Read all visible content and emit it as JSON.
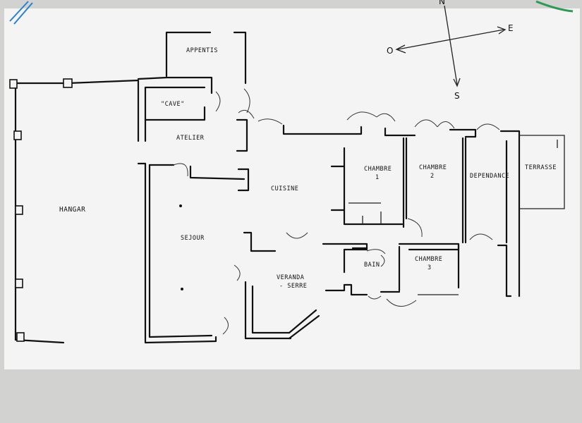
{
  "rooms": {
    "appentis": "APPENTIS",
    "cave": "\"CAVE\"",
    "atelier": "ATELIER",
    "hangar": "HANGAR",
    "sejour": "SEJOUR",
    "cuisine": "CUISINE",
    "veranda_line1": "VERANDA",
    "veranda_line2": "- SERRE",
    "chambre1_line1": "CHAMBRE",
    "chambre1_line2": "1",
    "chambre2_line1": "CHAMBRE",
    "chambre2_line2": "2",
    "chambre3_line1": "CHAMBRE",
    "chambre3_line2": "3",
    "bain": "BAIN",
    "dependance": "DEPENDANCE",
    "terrasse": "TERRASSE"
  },
  "compass": {
    "north": "N",
    "east": "E",
    "west": "O",
    "south": "S"
  },
  "colors": {
    "paper": "#f4f4f4",
    "ink": "#111111",
    "clip_blue": "#2a7fd0",
    "clip_green": "#2f9a55"
  }
}
